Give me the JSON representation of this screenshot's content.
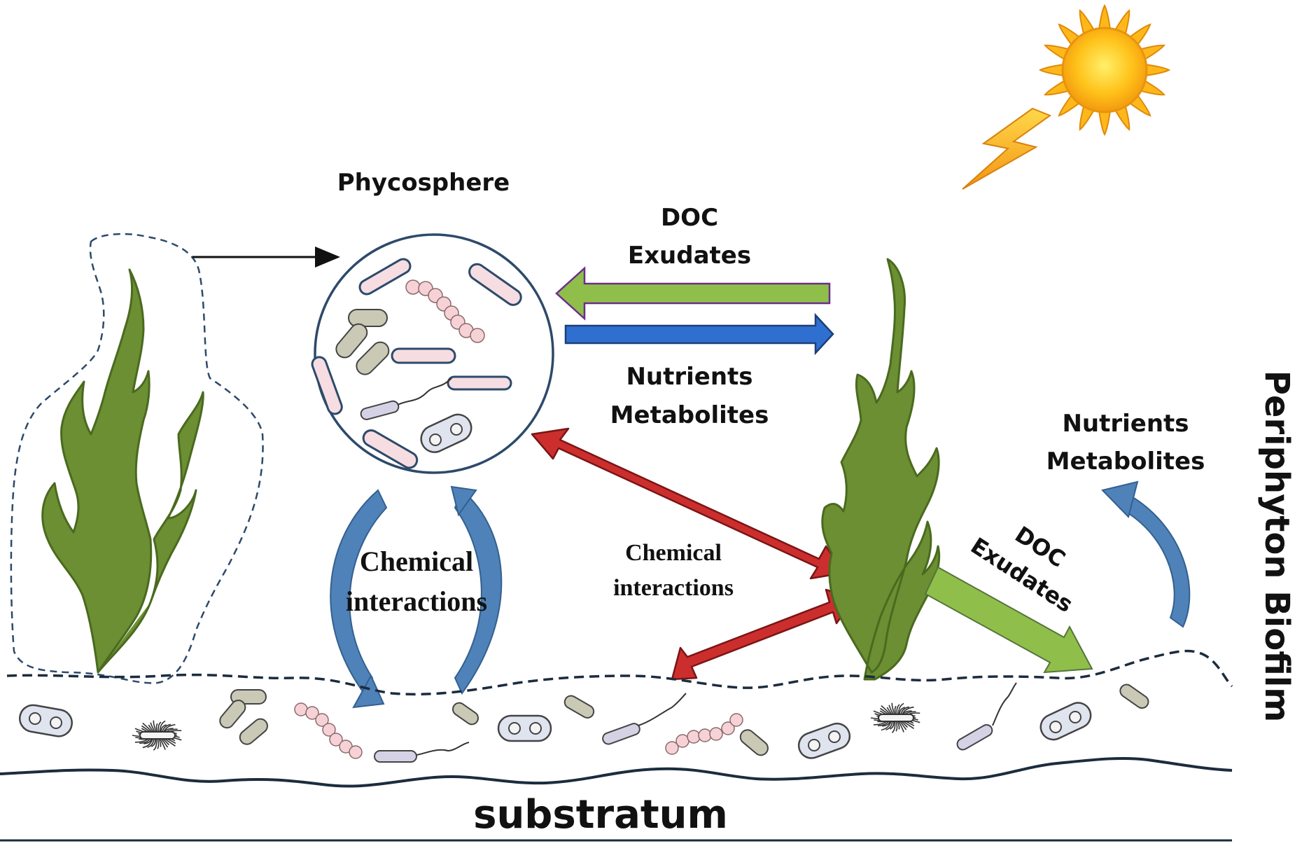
{
  "labels": {
    "phycosphere": "Phycosphere",
    "doc_exudates_top": [
      "DOC",
      "Exudates"
    ],
    "nutrients_metabolites_mid": [
      "Nutrients",
      "Metabolites"
    ],
    "nutrients_metabolites_right": [
      "Nutrients",
      "Metabolites"
    ],
    "doc_exudates_right": [
      "DOC",
      "Exudates"
    ],
    "chemical_interactions_circle": [
      "Chemical",
      "interactions"
    ],
    "chemical_interactions_mid": [
      "Chemical",
      "interactions"
    ],
    "periphyton_biofilm": "Periphyton Biofilm",
    "substratum": "substratum"
  },
  "colors": {
    "algae": "#6b8f32",
    "algae_outline": "#4a6a1f",
    "doc_arrow": "#8fbf4a",
    "doc_arrow_outline": "#6a2f8a",
    "nutrient_arrow": "#2f6fcf",
    "nutrient_arrow_outline": "#1d3f7a",
    "chem_arrow": "#cc2e2e",
    "chem_arrow_outline": "#7a1515",
    "curved_arrow": "#4f82b8",
    "circle_outline": "#2d4a6a",
    "sun": "#ffc21a",
    "lightning": "#f6a21a",
    "dashed_line": "#1c2c3e"
  }
}
